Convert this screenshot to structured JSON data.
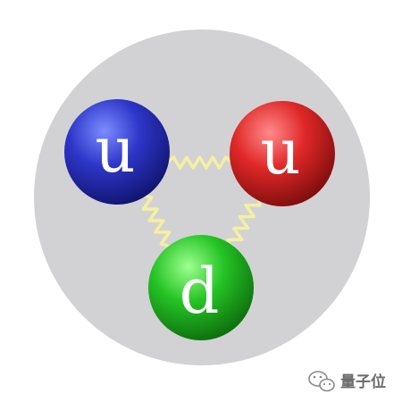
{
  "quarks": [
    {
      "id": "up-blue",
      "label": "u",
      "color": "#2a2fb5"
    },
    {
      "id": "up-red",
      "label": "u",
      "color": "#d82424"
    },
    {
      "id": "down-green",
      "label": "d",
      "color": "#1fb41f"
    }
  ],
  "proton_color": "#d2d2d4",
  "gluon_color": "#f4f0a2",
  "watermark": {
    "text": "量子位",
    "icon": "wechat-logo-icon"
  }
}
